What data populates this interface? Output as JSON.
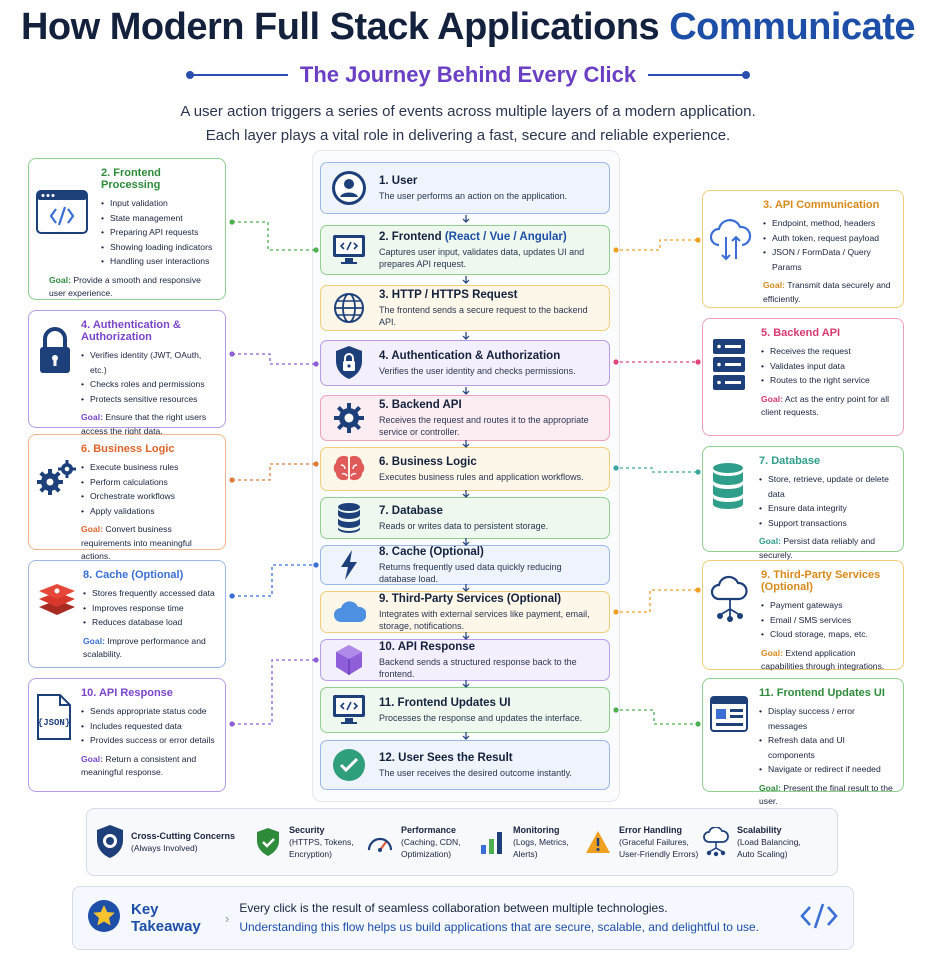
{
  "header": {
    "title_main": "How Modern Full Stack Applications",
    "title_accent": "Communicate",
    "subtitle": "The Journey Behind Every Click",
    "intro_line1": "A user action triggers a series of events across multiple layers of a modern application.",
    "intro_line2": "Each layer plays a vital role in delivering a fast, secure and reliable experience."
  },
  "colors": {
    "blue": "#3b6fd6",
    "green": "#4caf50",
    "orange": "#f0a020",
    "purple": "#8e5fd8",
    "pink": "#e0457b",
    "teal": "#3aa79a",
    "red": "#e05a3a",
    "navy": "#1d3f7a"
  },
  "steps": [
    {
      "title": "1. User",
      "title_hl": "",
      "desc": "The user performs an action on the application.",
      "icon": "user-icon"
    },
    {
      "title": "2. Frontend",
      "title_hl": "(React / Vue / Angular)",
      "desc": "Captures user input, validates data, updates UI and prepares API request.",
      "icon": "monitor-code-icon"
    },
    {
      "title": "3. HTTP / HTTPS Request",
      "title_hl": "",
      "desc": "The frontend sends a secure request to the backend API.",
      "icon": "globe-icon"
    },
    {
      "title": "4. Authentication & Authorization",
      "title_hl": "",
      "desc": "Verifies the user identity and checks permissions.",
      "icon": "shield-lock-icon"
    },
    {
      "title": "5. Backend API",
      "title_hl": "",
      "desc": "Receives the request and routes it to the appropriate service or controller.",
      "icon": "gear-icon"
    },
    {
      "title": "6. Business Logic",
      "title_hl": "",
      "desc": "Executes business rules and application workflows.",
      "icon": "brain-icon"
    },
    {
      "title": "7. Database",
      "title_hl": "",
      "desc": "Reads or writes data to persistent storage.",
      "icon": "database-icon"
    },
    {
      "title": "8. Cache (Optional)",
      "title_hl": "",
      "desc": "Returns frequently used data quickly reducing database load.",
      "icon": "lightning-icon"
    },
    {
      "title": "9. Third-Party Services (Optional)",
      "title_hl": "",
      "desc": "Integrates with external services like payment, email, storage, notifications.",
      "icon": "cloud-icon"
    },
    {
      "title": "10. API Response",
      "title_hl": "",
      "desc": "Backend sends a structured response back to the frontend.",
      "icon": "cube-icon"
    },
    {
      "title": "11. Frontend Updates UI",
      "title_hl": "",
      "desc": "Processes the response and updates the interface.",
      "icon": "monitor-code-icon"
    },
    {
      "title": "12. User Sees the Result",
      "title_hl": "",
      "desc": "The user receives the desired outcome instantly.",
      "icon": "check-circle-icon"
    }
  ],
  "left_cards": [
    {
      "title": "2. Frontend Processing",
      "items": [
        "Input validation",
        "State management",
        "Preparing API requests",
        "Showing loading indicators",
        "Handling user interactions"
      ],
      "goal_label": "Goal:",
      "goal": "Provide a smooth and responsive user experience.",
      "icon": "browser-code-icon"
    },
    {
      "title": "4. Authentication & Authorization",
      "items": [
        "Verifies identity (JWT, OAuth, etc.)",
        "Checks roles and permissions",
        "Protects sensitive resources"
      ],
      "goal_label": "Goal:",
      "goal": "Ensure that the right users access the right data.",
      "icon": "padlock-icon"
    },
    {
      "title": "6. Business Logic",
      "items": [
        "Execute business rules",
        "Perform calculations",
        "Orchestrate workflows",
        "Apply validations"
      ],
      "goal_label": "Goal:",
      "goal": "Convert business requirements into meaningful actions.",
      "icon": "gears-icon"
    },
    {
      "title": "8. Cache (Optional)",
      "items": [
        "Stores frequently accessed data",
        "Improves response time",
        "Reduces database load"
      ],
      "goal_label": "Goal:",
      "goal": "Improve performance and scalability.",
      "icon": "redis-icon"
    },
    {
      "title": "10. API Response",
      "items": [
        "Sends appropriate status code",
        "Includes requested data",
        "Provides success or error details"
      ],
      "goal_label": "Goal:",
      "goal": "Return a consistent and meaningful response.",
      "icon": "json-file-icon"
    }
  ],
  "right_cards": [
    {
      "title": "3. API Communication",
      "items": [
        "Endpoint, method, headers",
        "Auth token, request payload",
        "JSON / FormData / Query Params"
      ],
      "goal_label": "Goal:",
      "goal": "Transmit data securely and efficiently.",
      "icon": "cloud-transfer-icon"
    },
    {
      "title": "5. Backend API",
      "items": [
        "Receives the request",
        "Validates input data",
        "Routes to the right service"
      ],
      "goal_label": "Goal:",
      "goal": "Act as the entry point for all client requests.",
      "icon": "server-icon"
    },
    {
      "title": "7. Database",
      "items": [
        "Store, retrieve, update or delete data",
        "Ensure data integrity",
        "Support transactions"
      ],
      "goal_label": "Goal:",
      "goal": "Persist data reliably and securely.",
      "icon": "database-icon"
    },
    {
      "title": "9. Third-Party Services (Optional)",
      "items": [
        "Payment gateways",
        "Email / SMS services",
        "Cloud storage, maps, etc."
      ],
      "goal_label": "Goal:",
      "goal": "Extend application capabilities through integrations.",
      "icon": "cloud-network-icon"
    },
    {
      "title": "11. Frontend Updates UI",
      "items": [
        "Display success / error messages",
        "Refresh data and UI components",
        "Navigate or redirect if needed"
      ],
      "goal_label": "Goal:",
      "goal": "Present the final result to the user.",
      "icon": "layout-icon"
    }
  ],
  "cross_cutting": {
    "title": "Cross-Cutting Concerns",
    "subtitle": "(Always Involved)",
    "items": [
      {
        "title": "Security",
        "desc": "(HTTPS, Tokens, Encryption)",
        "icon": "shield-check-icon"
      },
      {
        "title": "Performance",
        "desc": "(Caching, CDN, Optimization)",
        "icon": "gauge-icon"
      },
      {
        "title": "Monitoring",
        "desc": "(Logs, Metrics, Alerts)",
        "icon": "bar-chart-icon"
      },
      {
        "title": "Error Handling",
        "desc": "(Graceful Failures, User-Friendly Errors)",
        "icon": "warning-icon"
      },
      {
        "title": "Scalability",
        "desc": "(Load Balancing, Auto Scaling)",
        "icon": "cloud-nodes-icon"
      }
    ]
  },
  "takeaway": {
    "label": "Key Takeaway",
    "line1": "Every click is the result of seamless collaboration between multiple technologies.",
    "line2": "Understanding this flow helps us build applications that are secure, scalable, and delightful to use."
  }
}
